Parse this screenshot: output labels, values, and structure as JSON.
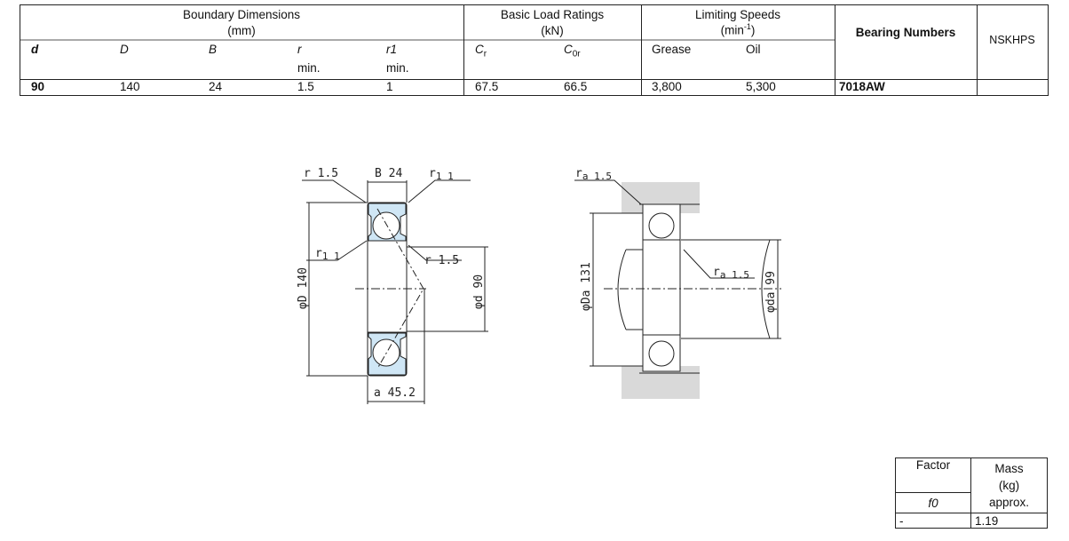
{
  "table": {
    "groups": {
      "boundary": "Boundary Dimensions",
      "boundary_unit": "(mm)",
      "load": "Basic Load Ratings",
      "load_unit": "(kN)",
      "speeds": "Limiting Speeds",
      "speeds_unit": "(min",
      "speeds_exp": "-1",
      "speeds_close": ")",
      "bearing": "Bearing Numbers",
      "nskhps": "NSKHPS"
    },
    "cols": {
      "d": "d",
      "D": "D",
      "B": "B",
      "r": "r",
      "r1": "r1",
      "min": "min.",
      "Cr": "C",
      "Cr_sub": "r",
      "C0r": "C",
      "C0r_sub": "0r",
      "grease": "Grease",
      "oil": "Oil"
    },
    "row": {
      "d": "90",
      "D": "140",
      "B": "24",
      "r": "1.5",
      "r1": "1",
      "Cr": "67.5",
      "C0r": "66.5",
      "grease": "3,800",
      "oil": "5,300",
      "bearing": "7018AW",
      "nskhps": ""
    }
  },
  "drawing": {
    "r": "r  1.5",
    "B": "B 24",
    "r1_top": "1  1",
    "r1_left": "1  1",
    "r_right": "r  1.5",
    "D": "φD 140",
    "d": "φd 90",
    "a": "a  45.2",
    "ra_top": "a 1.5",
    "ra_right": "a 1.5",
    "Da": "φDa 131",
    "da": "φda 99"
  },
  "factor": {
    "header": "Factor",
    "sub": "f0",
    "mass": "Mass",
    "mass_unit": "(kg)",
    "approx": "approx.",
    "f0_value": "-",
    "mass_value": "1.19"
  }
}
